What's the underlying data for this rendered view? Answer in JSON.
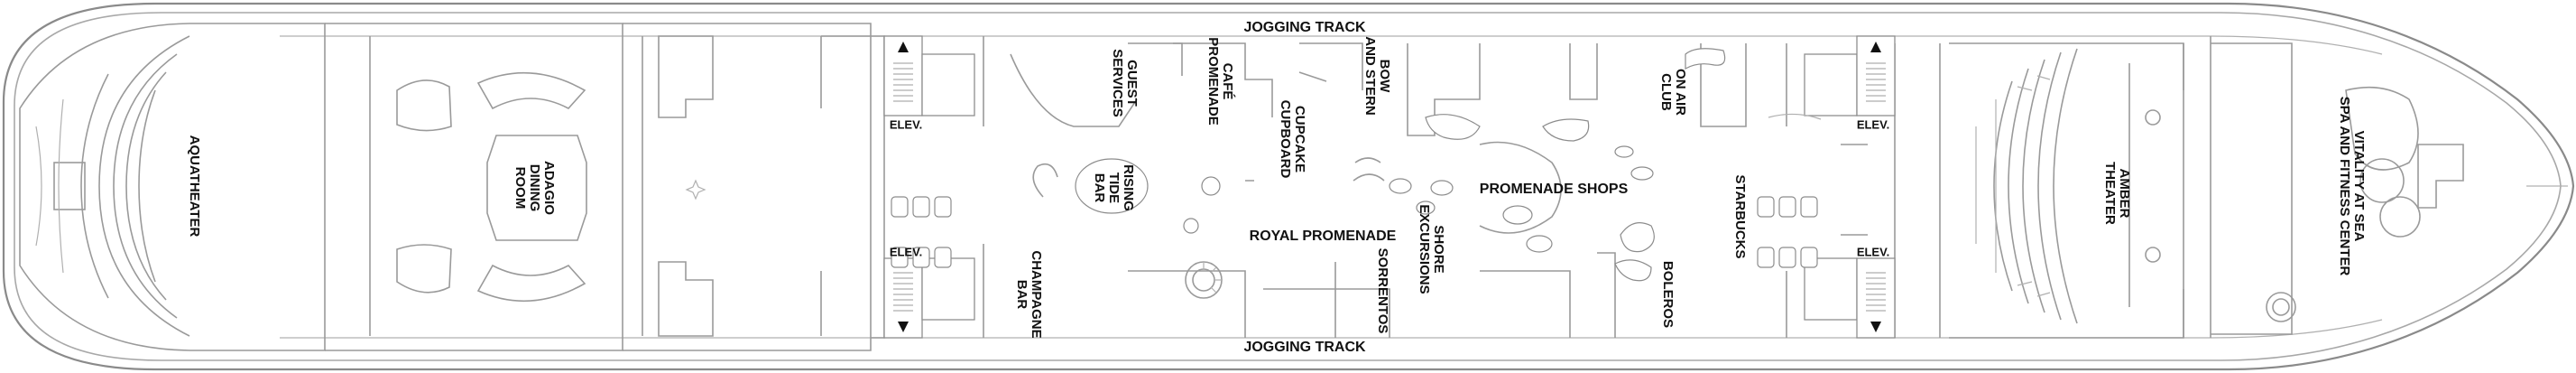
{
  "deck": {
    "labels": {
      "jogging_track_top": "JOGGING TRACK",
      "jogging_track_bottom": "JOGGING TRACK",
      "aquatheater": "AQUATHEATER",
      "adagio_1": "ADAGIO",
      "adagio_2": "DINING",
      "adagio_3": "ROOM",
      "elev_1": "ELEV.",
      "elev_2": "ELEV.",
      "elev_3": "ELEV.",
      "elev_4": "ELEV.",
      "guest_1": "GUEST",
      "guest_2": "SERVICES",
      "cafe_1": "CAFÉ",
      "cafe_2": "PROMENADE",
      "cupcake_1": "CUPCAKE",
      "cupcake_2": "CUPBOARD",
      "bow_1": "BOW",
      "bow_2": "AND STERN",
      "rising_1": "RISING",
      "rising_2": "TIDE",
      "rising_3": "BAR",
      "royal_promenade": "ROYAL PROMENADE",
      "shore_1": "SHORE",
      "shore_2": "EXCURSIONS",
      "promenade_shops": "PROMENADE SHOPS",
      "on_air_1": "ON AIR",
      "on_air_2": "CLUB",
      "starbucks": "STARBUCKS",
      "champagne_1": "CHAMPAGNE",
      "champagne_2": "BAR",
      "sorrentos": "SORRENTOS",
      "boleros": "BOLEROS",
      "amber_1": "AMBER",
      "amber_2": "THEATER",
      "vitality_1": "VITALITY AT SEA",
      "vitality_2": "SPA AND FITNESS CENTER"
    },
    "colors": {
      "outline": "#8a8a8a",
      "text": "#111111",
      "background": "#ffffff"
    },
    "icons": {
      "venue_marker": "compass-star-icon",
      "elevator_direction": "arrow-icon"
    }
  }
}
